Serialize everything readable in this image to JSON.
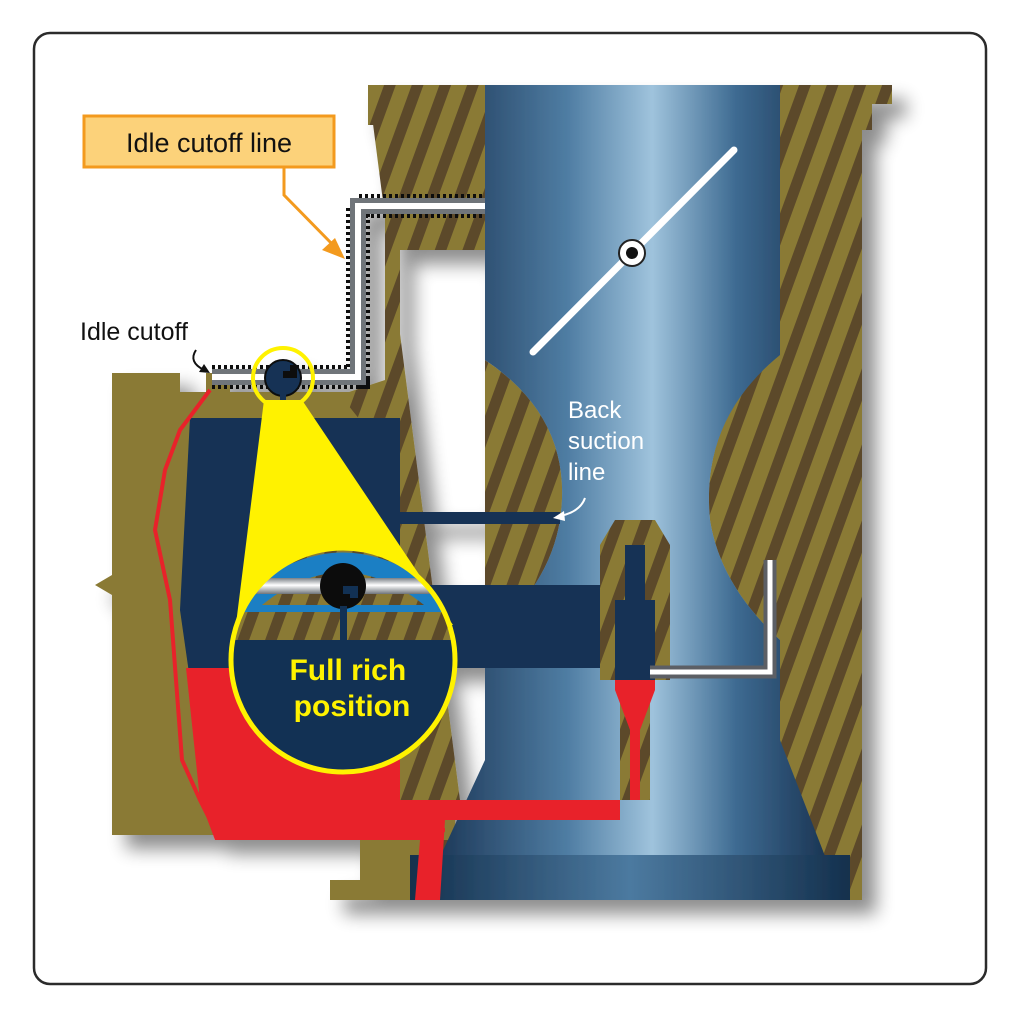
{
  "labels": {
    "idle_cutoff_line": "Idle cutoff line",
    "idle_cutoff": "Idle cutoff",
    "back_suction_line": [
      "Back",
      "suction",
      "line"
    ],
    "full_rich_position": [
      "Full rich",
      "position"
    ]
  },
  "colors": {
    "frame_border": "#2b2b2b",
    "body_olive": "#8a7a35",
    "body_stripe": "#5c4a2a",
    "throat_blue": "#1c3f63",
    "throat_highlight": "#9fc3dc",
    "chamber_navy": "#123154",
    "fuel_red": "#e8232a",
    "callout_orange": "#f39a1e",
    "callout_fill": "#fcd27a",
    "magnifier_yellow": "#fff200",
    "inset_blue": "#1b7fc4",
    "pipe_silver": "#d9dde2"
  }
}
